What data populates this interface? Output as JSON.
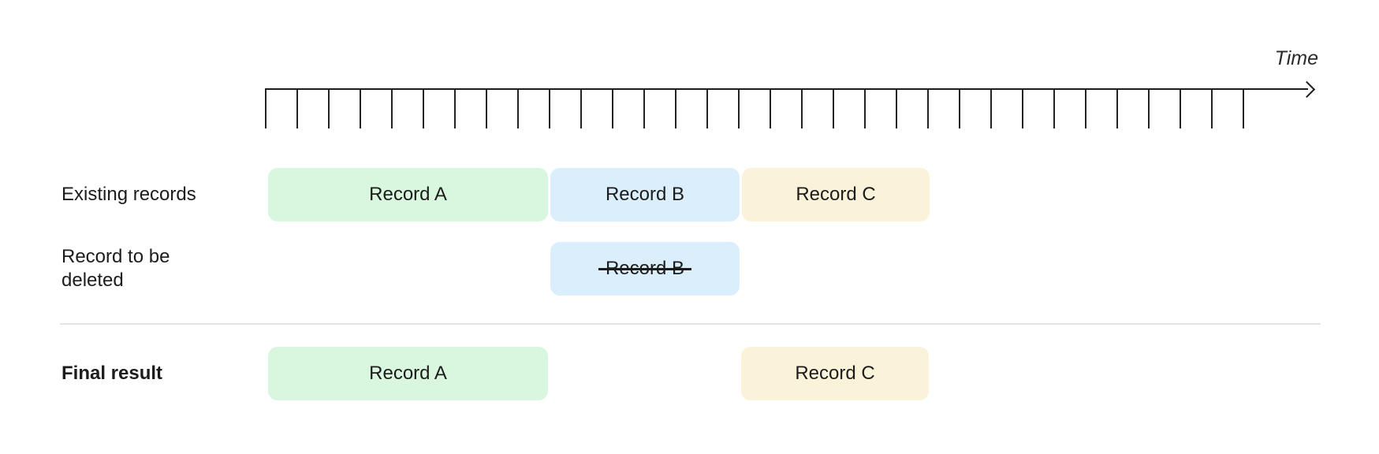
{
  "colors": {
    "green": "#d9f7de",
    "blue": "#dbeefb",
    "yellow": "#faf3d9",
    "axis": "#1c1c1c",
    "divider": "#e3e3e3",
    "text": "#1c1c1c"
  },
  "timeline": {
    "label": "Time",
    "tick_count": 32
  },
  "rows": {
    "existing": {
      "label": "Existing records",
      "bars": {
        "a": "Record A",
        "b": "Record B",
        "c": "Record C"
      }
    },
    "deleted": {
      "label": "Record to be deleted",
      "bar": "Record B"
    },
    "final": {
      "label": "Final result",
      "bars": {
        "a": "Record A",
        "c": "Record C"
      }
    }
  }
}
